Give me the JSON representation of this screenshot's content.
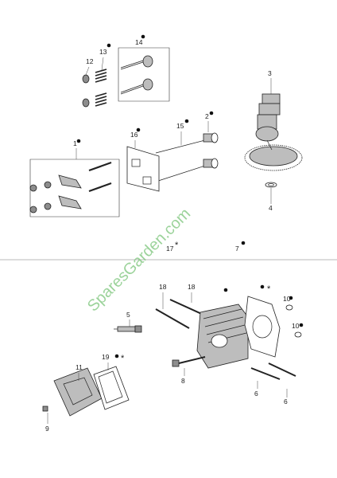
{
  "callouts": [
    {
      "id": "c1",
      "text": "1"
    },
    {
      "id": "c2",
      "text": "2"
    },
    {
      "id": "c3",
      "text": "3"
    },
    {
      "id": "c4",
      "text": "4"
    },
    {
      "id": "c5",
      "text": "5"
    },
    {
      "id": "c6a",
      "text": "6"
    },
    {
      "id": "c6b",
      "text": "6"
    },
    {
      "id": "c7",
      "text": "7"
    },
    {
      "id": "c8",
      "text": "8"
    },
    {
      "id": "c9",
      "text": "9"
    },
    {
      "id": "c10a",
      "text": "10"
    },
    {
      "id": "c10b",
      "text": "10"
    },
    {
      "id": "c11",
      "text": "11"
    },
    {
      "id": "c12",
      "text": "12"
    },
    {
      "id": "c13",
      "text": "13"
    },
    {
      "id": "c14",
      "text": "14"
    },
    {
      "id": "c15",
      "text": "15"
    },
    {
      "id": "c16",
      "text": "16"
    },
    {
      "id": "c17",
      "text": "17"
    },
    {
      "id": "c18a",
      "text": "18"
    },
    {
      "id": "c18b",
      "text": "18"
    },
    {
      "id": "c19",
      "text": "19"
    }
  ],
  "markers": {
    "asterisk": "*"
  },
  "watermark": "SparesGarden.com",
  "colors": {
    "ink": "#222222",
    "watermark": "#7cc57a",
    "paper": "#ffffff"
  }
}
